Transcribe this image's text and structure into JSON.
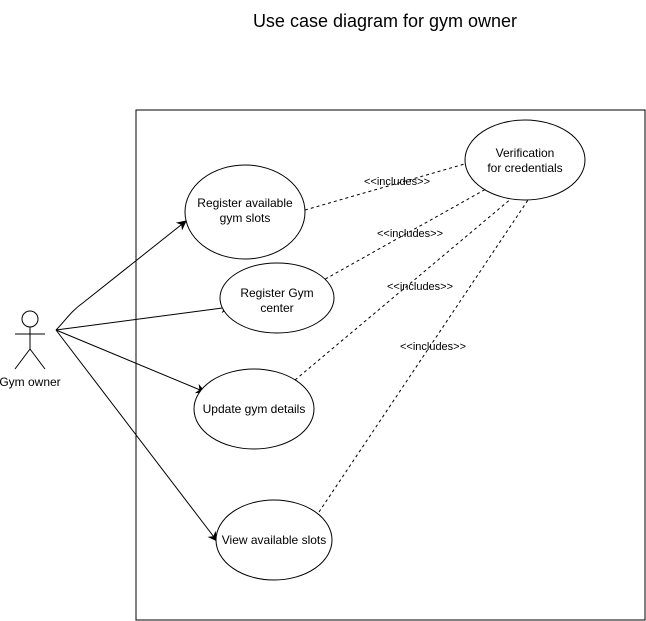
{
  "diagram": {
    "title": "Use case diagram for gym owner",
    "actor": {
      "label": "Gym owner"
    },
    "use_cases": {
      "register_slots": [
        "Register available",
        "gym slots"
      ],
      "register_center": [
        "Register Gym",
        "center"
      ],
      "update_details": [
        "Update gym details"
      ],
      "view_slots": [
        "View available slots"
      ],
      "verification": [
        "Verification",
        "for credentials"
      ]
    },
    "relationships": {
      "include_1": "<<includes>>",
      "include_2": "<<includes>>",
      "include_3": "<<includes>>",
      "include_4": "<<includes>>"
    },
    "colors": {
      "stroke": "#000000",
      "background": "#ffffff"
    }
  }
}
